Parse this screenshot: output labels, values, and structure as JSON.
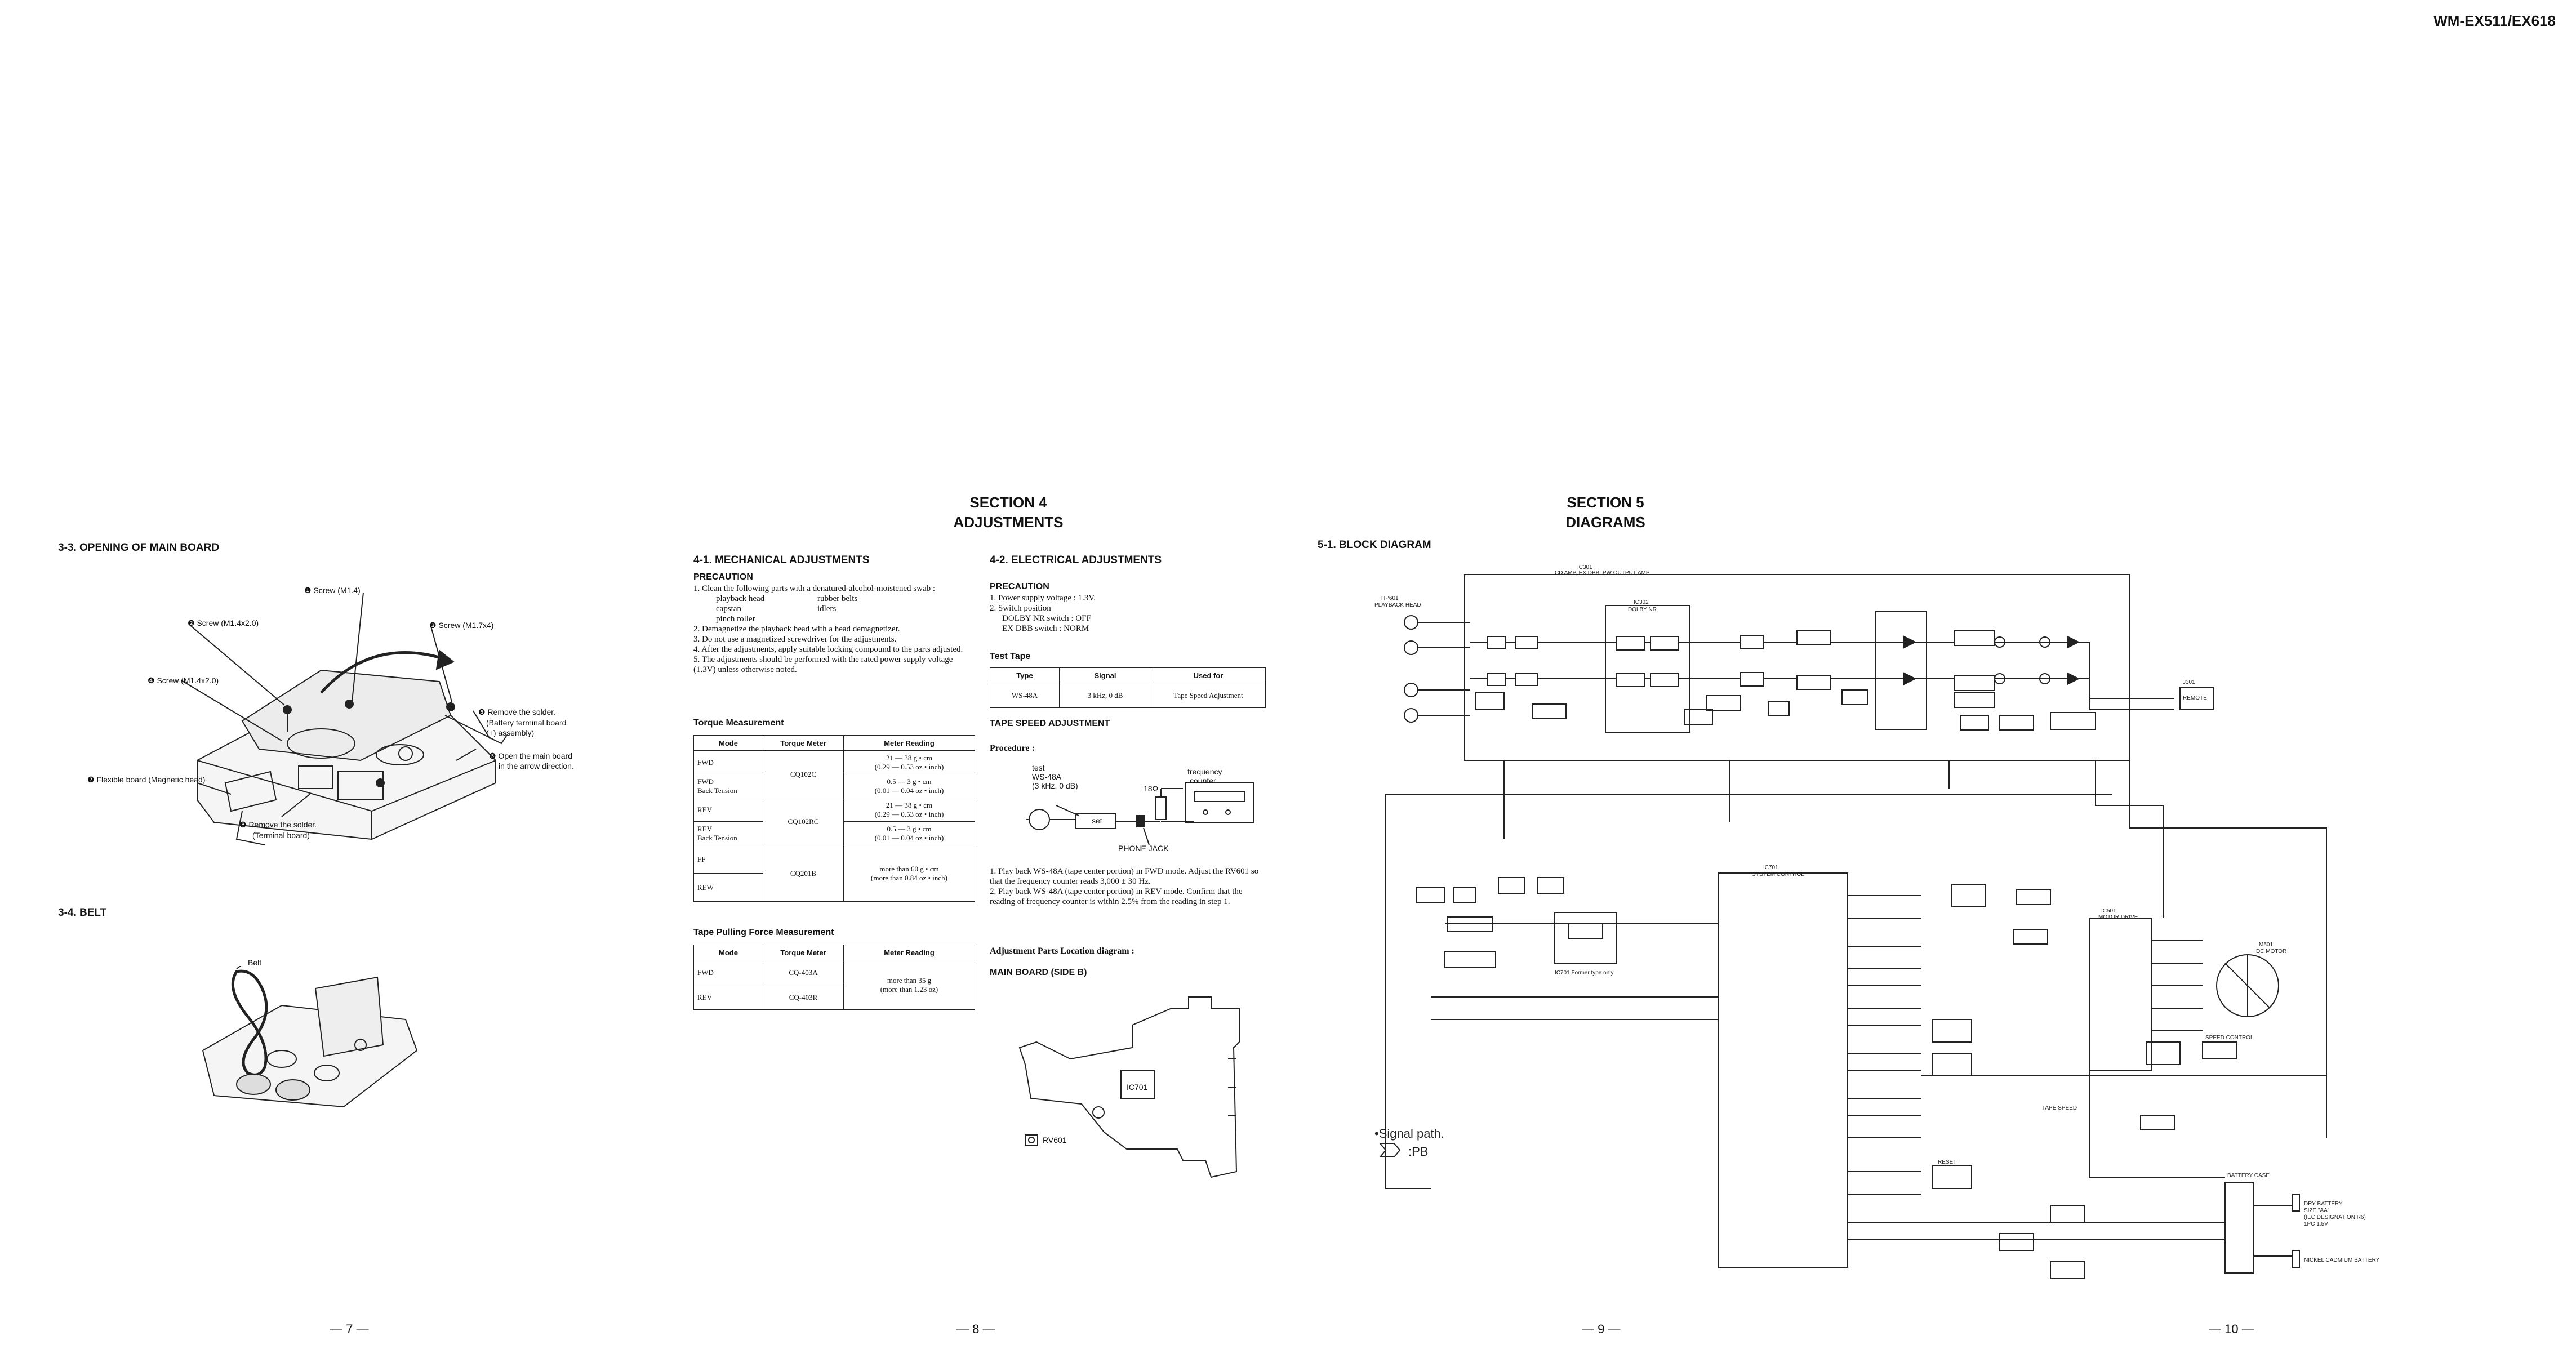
{
  "header": {
    "model": "WM-EX511/EX618"
  },
  "page7": {
    "s33_title": "3-3. OPENING OF MAIN BOARD",
    "s33_callouts": [
      "❶ Screw (M1.4)",
      "❷ Screw (M1.4x2.0)",
      "❸ Screw (M1.7x4)",
      "❹ Screw (M1.4x2.0)",
      "❺ Remove the solder.",
      "(Battery terminal board",
      "(+) assembly)",
      "❻ Open the main board",
      "in the arrow direction.",
      "❼ Flexible board (Magnetic head)",
      "❽ Remove the solder.",
      "(Terminal board)"
    ],
    "s34_title": "3-4. BELT",
    "belt_label": "Belt",
    "page_number": "— 7 —"
  },
  "page8": {
    "section": "SECTION 4",
    "section_title": "ADJUSTMENTS",
    "mech_title": "4-1. MECHANICAL ADJUSTMENTS",
    "precaution": "PRECAUTION",
    "mech_items": [
      "1. Clean the following parts with a denatured-alcohol-moistened swab :",
      "2. Demagnetize the playback head with a head demagnetizer.",
      "3. Do not use a magnetized screwdriver for the adjustments.",
      "4. After the adjustments, apply suitable locking compound to the parts adjusted.",
      "5. The adjustments should be performed with the rated power supply voltage (1.3V) unless otherwise noted."
    ],
    "swab_parts": [
      "playback head",
      "rubber belts",
      "capstan",
      "idlers",
      "pinch roller"
    ],
    "torque_title": "Torque Measurement",
    "torque_headers": [
      "Mode",
      "Torque Meter",
      "Meter Reading"
    ],
    "torque_rows": [
      {
        "mode": "FWD",
        "meter": "CQ102C",
        "reading": "21 — 38 g • cm",
        "reading2": "(0.29 — 0.53 oz • inch)"
      },
      {
        "mode": "FWD",
        "mode2": "Back Tension",
        "reading": "0.5 — 3 g • cm",
        "reading2": "(0.01 — 0.04 oz • inch)"
      },
      {
        "mode": "REV",
        "meter": "CQ102RC",
        "reading": "21 — 38 g • cm",
        "reading2": "(0.29 — 0.53 oz • inch)"
      },
      {
        "mode": "REV",
        "mode2": "Back Tension",
        "reading": "0.5 — 3 g • cm",
        "reading2": "(0.01 — 0.04 oz • inch)"
      },
      {
        "mode": "FF",
        "meter": "CQ201B",
        "reading": "more than 60 g • cm",
        "reading2": "(more than 0.84 oz • inch)"
      },
      {
        "mode": "REW"
      }
    ],
    "pull_title": "Tape Pulling Force Measurement",
    "pull_headers": [
      "Mode",
      "Torque Meter",
      "Meter Reading"
    ],
    "pull_rows": [
      {
        "mode": "FWD",
        "meter": "CQ-403A",
        "reading": "more than 35 g",
        "reading2": "(more than 1.23 oz)"
      },
      {
        "mode": "REV",
        "meter": "CQ-403R"
      }
    ],
    "elec_title": "4-2. ELECTRICAL ADJUSTMENTS",
    "elec_precaution": "PRECAUTION",
    "elec_items": [
      "1. Power supply voltage : 1.3V.",
      "2. Switch position",
      "DOLBY NR switch : OFF",
      "EX DBB switch : NORM"
    ],
    "test_tape_title": "Test Tape",
    "test_tape_headers": [
      "Type",
      "Signal",
      "Used for"
    ],
    "test_tape_row": [
      "WS-48A",
      "3 kHz, 0 dB",
      "Tape Speed Adjustment"
    ],
    "tsa_title": "TAPE SPEED ADJUSTMENT",
    "procedure": "Procedure :",
    "proc_labels": [
      "test",
      "WS-48A",
      "(3 kHz, 0 dB)",
      "18Ω",
      "frequency",
      "counter",
      "set",
      "PHONE JACK"
    ],
    "proc_steps": [
      "1. Play back WS-48A (tape center portion) in FWD mode. Adjust the RV601 so that the frequency counter reads 3,000 ± 30 Hz.",
      "2. Play back WS-48A (tape center portion) in REV mode. Confirm that the reading of frequency counter is within 2.5% from the reading in step 1."
    ],
    "location_title": "Adjustment Parts Location diagram :",
    "board_title": "MAIN BOARD (SIDE B)",
    "board_labels": [
      "IC701",
      "RV601"
    ],
    "page_number": "— 8 —"
  },
  "page9": {
    "section": "SECTION 5",
    "section_title": "DIAGRAMS",
    "block_title": "5-1. BLOCK DIAGRAM",
    "labels": {
      "ic301": "IC301",
      "ic301_desc": "CD AMP, EX DBB, PW OUTPUT AMP",
      "ic302": "IC302",
      "ic302_desc": "DOLBY NR",
      "hp601": "HP601",
      "hp601_desc": "PLAYBACK HEAD",
      "ic701": "IC701",
      "ic701_desc": "SYSTEM CONTROL",
      "ic501": "IC501",
      "ic501_desc": "MOTOR DRIVE",
      "j301": "J301",
      "j301_desc": "REMOTE",
      "m501": "M501",
      "m501_desc": "DC MOTOR",
      "battery": "BATTERY CASE",
      "dry": "DRY BATTERY",
      "dry2": "SIZE \"AA\"",
      "dry3": "(IEC DESIGNATION R6)",
      "dry4": "1PC 1.5V",
      "nicad": "NICKEL CADMIUM BATTERY",
      "signal_path": "•Signal path.",
      "signal_pb": ":PB",
      "tape_speed": "TAPE SPEED",
      "speed_control": "SPEED CONTROL",
      "reset": "RESET",
      "cpu_note": "IC701 Former type only"
    },
    "page_number": "— 9 —"
  },
  "page10": {
    "page_number": "— 10 —"
  }
}
